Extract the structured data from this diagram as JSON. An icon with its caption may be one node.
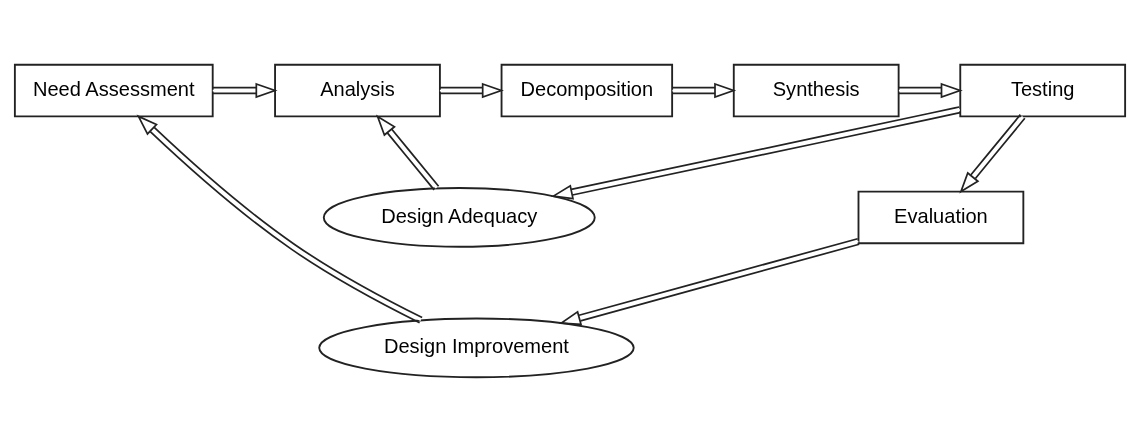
{
  "diagram": {
    "nodes": [
      {
        "text": [
          "Need Assessment"
        ]
      },
      {
        "text": [
          "Analysis"
        ]
      },
      {
        "text": [
          "Decomposition"
        ]
      },
      {
        "text": [
          "Synthesis"
        ]
      },
      {
        "text": [
          "Testing"
        ]
      },
      {
        "text": [
          "Design Adequacy"
        ]
      },
      {
        "text": [
          "Evaluation"
        ]
      },
      {
        "text": [
          "Design Improvement"
        ]
      }
    ],
    "edges": [
      {
        "from": 0,
        "to": 1,
        "arrow": "to"
      },
      {
        "from": 1,
        "to": 2,
        "arrow": "to"
      },
      {
        "from": 2,
        "to": 3,
        "arrow": "to"
      },
      {
        "from": 3,
        "to": 4,
        "arrow": "to"
      },
      {
        "from": 4,
        "to": 5,
        "arrow": "to"
      },
      {
        "from": 5,
        "to": 1,
        "arrow": "to"
      },
      {
        "from": 4,
        "to": 6,
        "arrow": "to"
      },
      {
        "from": 6,
        "to": 7,
        "arrow": "to"
      },
      {
        "from": 7,
        "to": 0,
        "arrow": "to"
      }
    ]
  }
}
